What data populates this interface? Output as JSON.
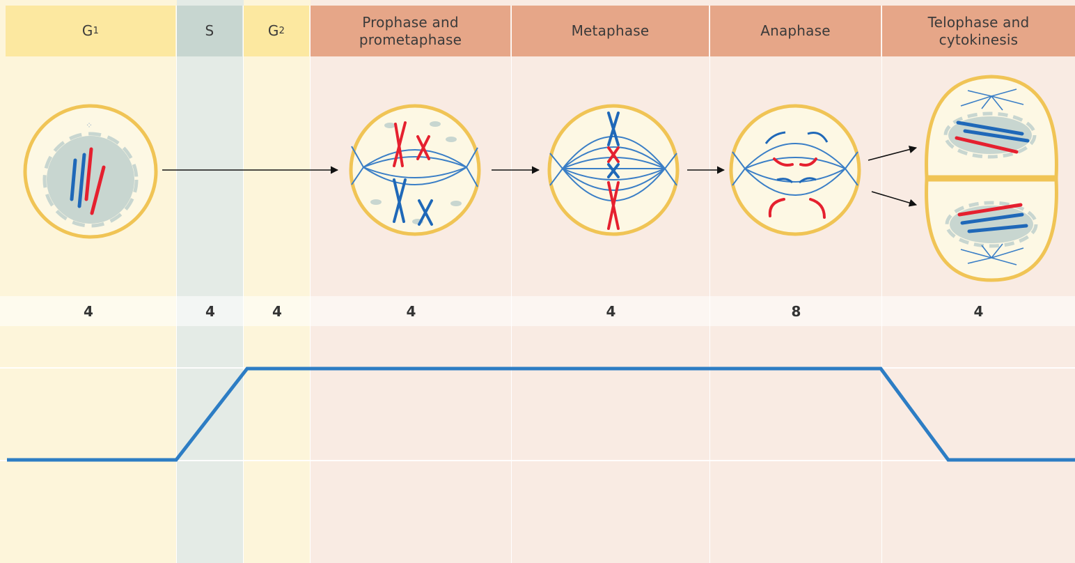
{
  "colors": {
    "interphase_header": "#fce8a0",
    "interphase_body": "#fdf5da",
    "s_header": "#c7d6d0",
    "s_body": "#e4ebe6",
    "mitosis_header": "#e6a688",
    "mitosis_body": "#f9ebe3",
    "cell_outline": "#f0c455",
    "nucleus": "#c8d6d0",
    "chromosome_red": "#e5202f",
    "chromosome_blue": "#1f68b8",
    "spindle": "#3a7ec6",
    "graph_line": "#2d7dc4"
  },
  "phases": [
    {
      "label": "G",
      "subscript": "1",
      "count": "4"
    },
    {
      "label": "S",
      "subscript": "",
      "count": "4"
    },
    {
      "label": "G",
      "subscript": "2",
      "count": "4"
    },
    {
      "label": "Prophase and\nprometaphase",
      "subscript": "",
      "count": "4"
    },
    {
      "label": "Metaphase",
      "subscript": "",
      "count": "4"
    },
    {
      "label": "Anaphase",
      "subscript": "",
      "count": "8"
    },
    {
      "label": "Telophase and\ncytokinesis",
      "subscript": "",
      "count": "4"
    }
  ],
  "chart_data": {
    "type": "line",
    "series": [
      {
        "values": [
          "low",
          "rising",
          "high",
          "high",
          "high",
          "high",
          "falling then low"
        ]
      }
    ]
  },
  "icons": [
    "cell-g1-icon",
    "cell-prophase-icon",
    "cell-metaphase-icon",
    "cell-anaphase-icon",
    "cell-telophase-icon",
    "arrow-icon"
  ]
}
